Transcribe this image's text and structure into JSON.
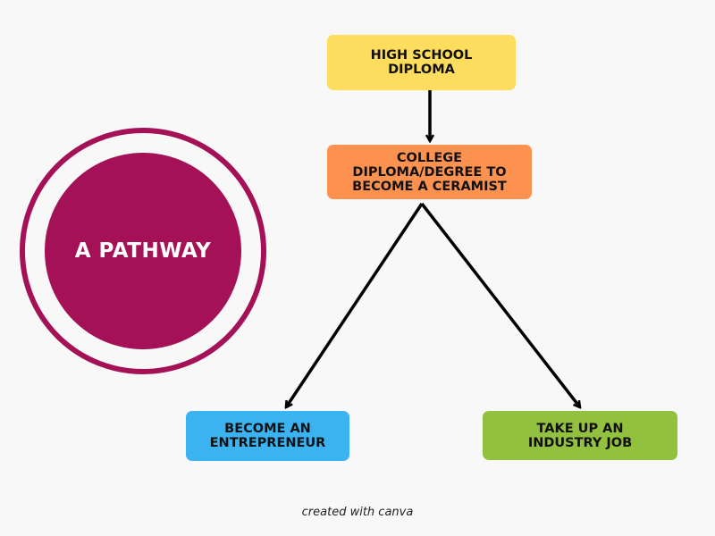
{
  "title": "A PATHWAY",
  "nodes": {
    "high_school": [
      "HIGH SCHOOL",
      "DIPLOMA"
    ],
    "college": [
      "COLLEGE",
      "DIPLOMA/DEGREE TO",
      "BECOME A CERAMIST"
    ],
    "entrepreneur": [
      "BECOME AN",
      "ENTREPRENEUR"
    ],
    "industry": [
      "TAKE UP AN",
      "INDUSTRY JOB"
    ]
  },
  "edges": [
    {
      "from": "high_school",
      "to": "college"
    },
    {
      "from": "college",
      "to": "entrepreneur"
    },
    {
      "from": "college",
      "to": "industry"
    }
  ],
  "footer": "created with canva",
  "colors": {
    "circle": "#a51156",
    "high_school": "#fedc5e",
    "college": "#fd9150",
    "entrepreneur": "#3bb3f0",
    "industry": "#92c03f",
    "background": "#f8f8f8"
  }
}
